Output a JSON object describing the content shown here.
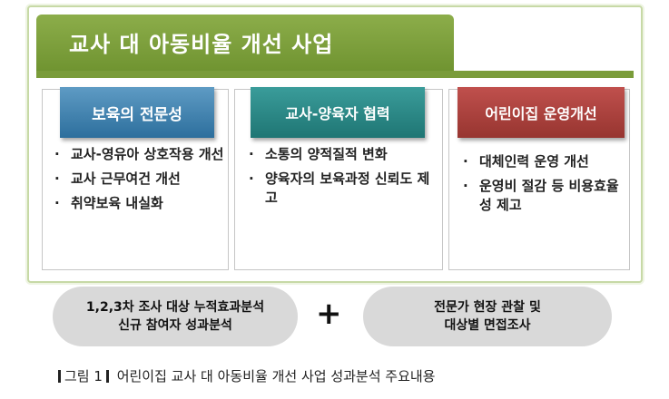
{
  "title": "교사 대 아동비율 개선 사업",
  "columns": [
    {
      "heading": "보육의 전문성",
      "color": "#3a80b0",
      "items": [
        "교사-영유아 상호작용 개선",
        "교사 근무여건 개선",
        "취약보육 내실화"
      ]
    },
    {
      "heading": "교사-양육자 협력",
      "color": "#268482",
      "items": [
        "소통의 양적질적 변화",
        "양육자의 보육과정 신뢰도 제고"
      ]
    },
    {
      "heading": "어린이집 운영개선",
      "color": "#ab403c",
      "items": [
        "대체인력 운영 개선",
        "운영비 절감 등 비용효율성 제고"
      ]
    }
  ],
  "bullet": "·",
  "methods": {
    "left": {
      "line1": "1,2,3차 조사 대상 누적효과분석",
      "line2": "신규 참여자 성과분석"
    },
    "plus": "+",
    "right": {
      "line1": "전문가 현장 관찰 및",
      "line2": "대상별 면접조사"
    }
  },
  "caption": {
    "label": "그림 1",
    "text": "어린이집 교사 대 아동비율 개선 사업 성과분석 주요내용"
  }
}
